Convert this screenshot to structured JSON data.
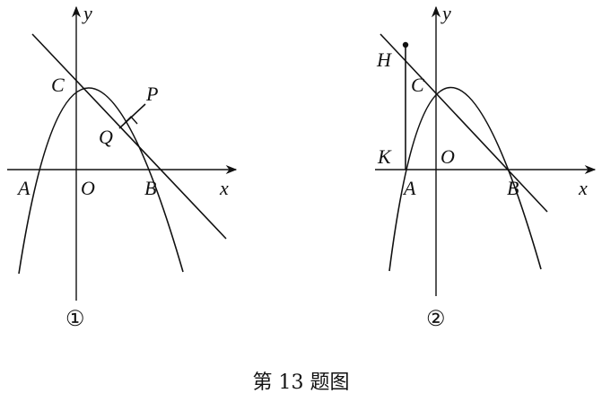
{
  "caption": "第 13 题图",
  "figure1": {
    "panel_number": "①",
    "labels": {
      "y": "y",
      "x": "x",
      "C": "C",
      "P": "P",
      "Q": "Q",
      "A": "A",
      "O": "O",
      "B": "B"
    }
  },
  "figure2": {
    "panel_number": "②",
    "labels": {
      "y": "y",
      "x": "x",
      "H": "H",
      "C": "C",
      "K": "K",
      "O": "O",
      "A": "A",
      "B": "B"
    }
  }
}
